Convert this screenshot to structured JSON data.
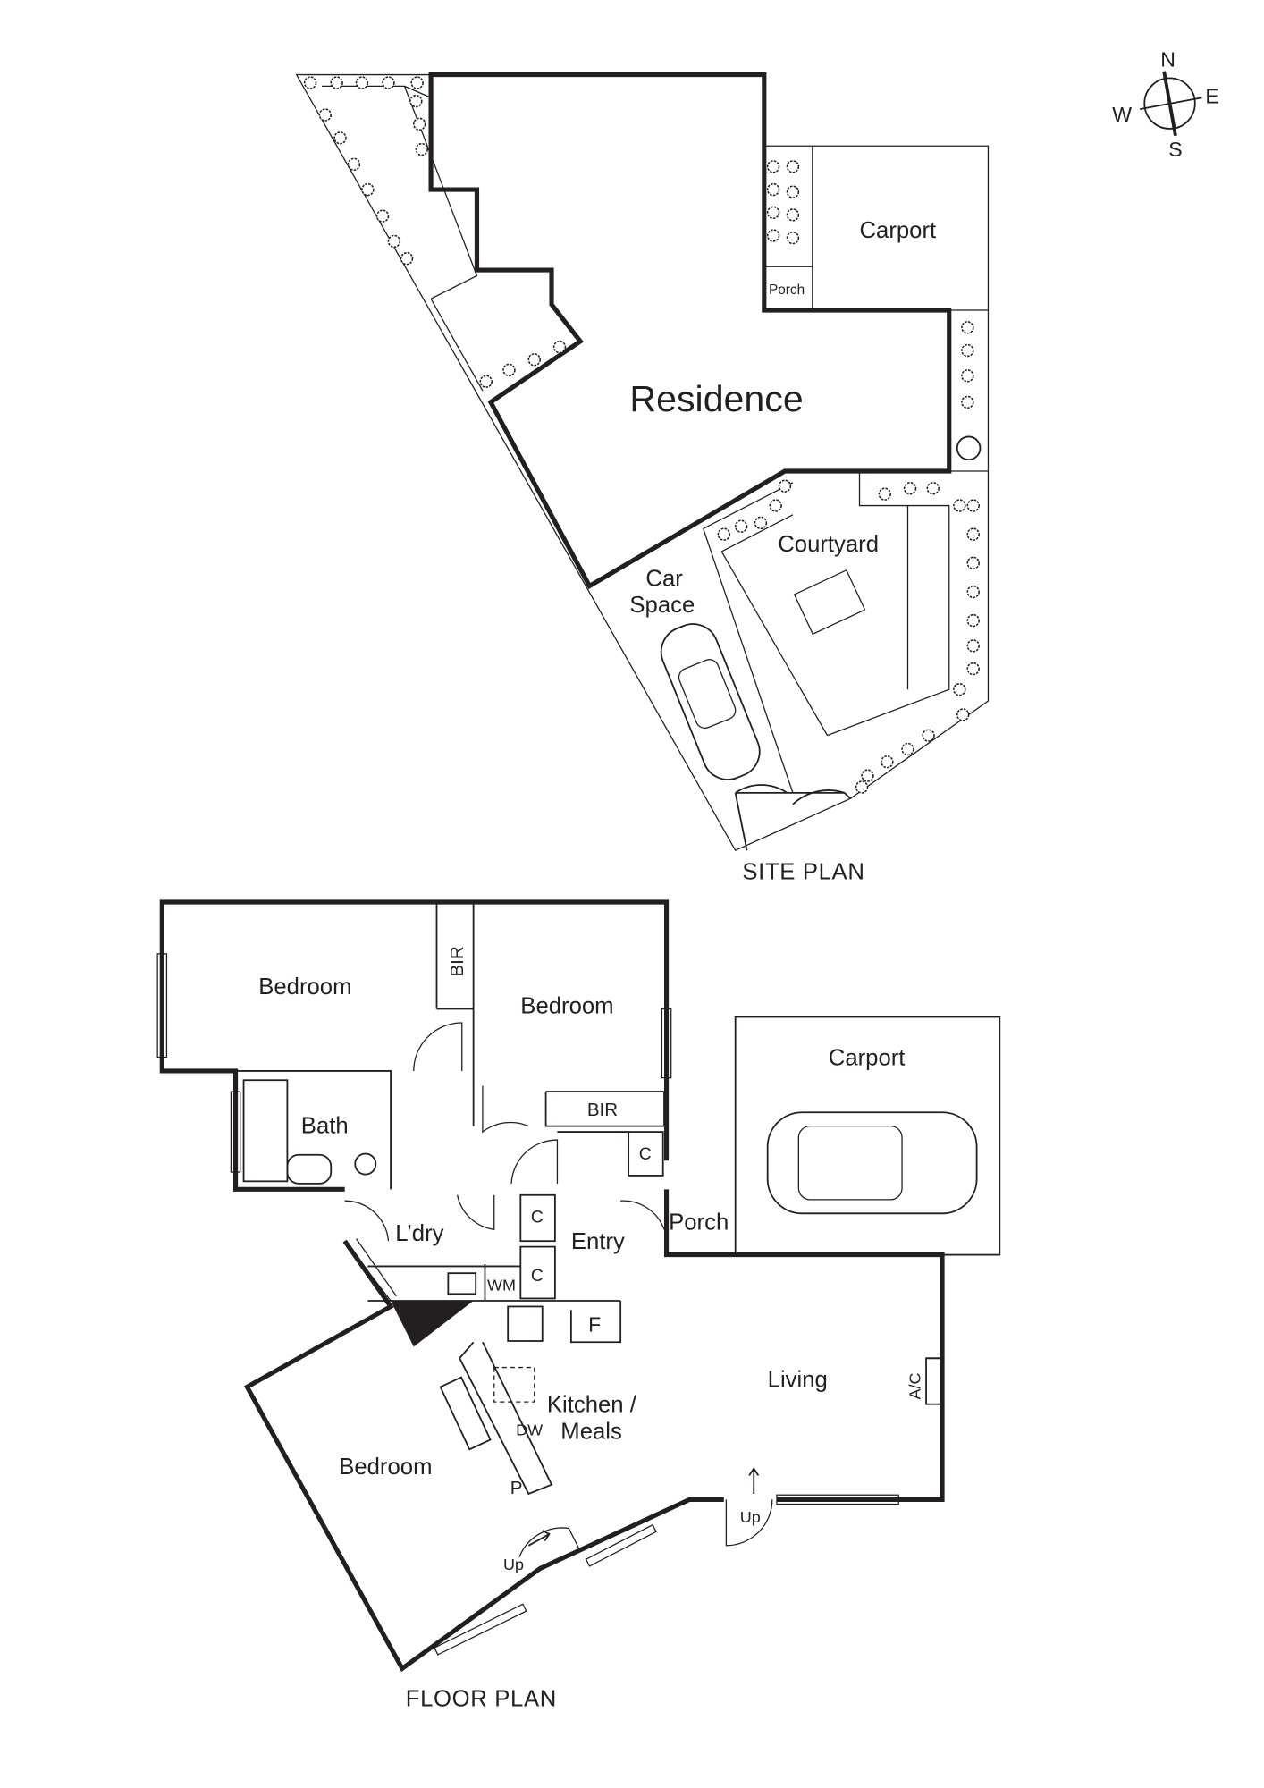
{
  "compass": {
    "n": "N",
    "e": "E",
    "s": "S",
    "w": "W"
  },
  "site_plan": {
    "title": "SITE PLAN",
    "rooms": {
      "carport": "Carport",
      "porch": "Porch",
      "residence": "Residence",
      "courtyard": "Courtyard",
      "car_space_1": "Car",
      "car_space_2": "Space"
    }
  },
  "floor_plan": {
    "title": "FLOOR PLAN",
    "rooms": {
      "bedroom_1": "Bedroom",
      "bedroom_2": "Bedroom",
      "bedroom_3": "Bedroom",
      "bir_1": "BIR",
      "bir_2": "BIR",
      "bath": "Bath",
      "laundry": "L’dry",
      "wm": "WM",
      "c1": "C",
      "c2": "C",
      "c3": "C",
      "entry": "Entry",
      "porch": "Porch",
      "carport": "Carport",
      "fridge": "F",
      "kitchen_1": "Kitchen /",
      "kitchen_2": "Meals",
      "dw": "DW",
      "pantry": "P",
      "living": "Living",
      "ac": "A/C",
      "up_1": "Up",
      "up_2": "Up"
    }
  }
}
